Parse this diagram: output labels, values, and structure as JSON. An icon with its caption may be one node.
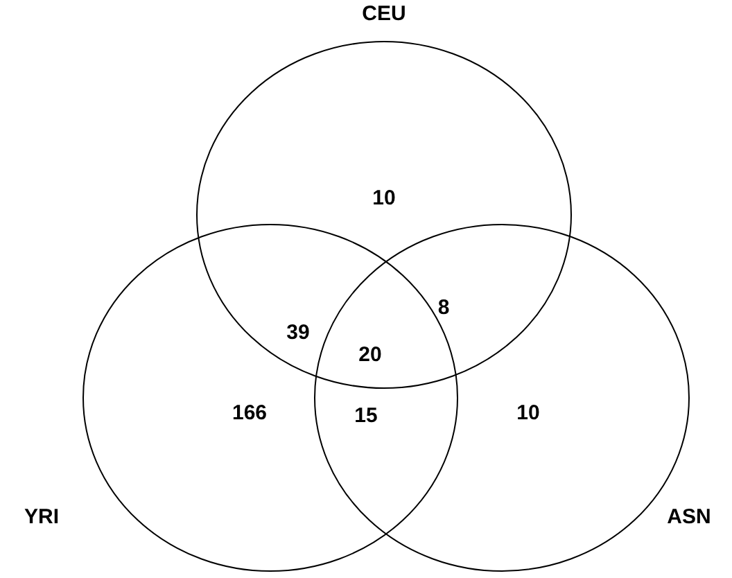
{
  "diagram": {
    "nodes": [
      {
        "text": [
          "CEU"
        ]
      },
      {
        "text": [
          "YRI"
        ]
      },
      {
        "text": [
          "ASN"
        ]
      }
    ],
    "edges": [],
    "labels": [
      "10",
      "39",
      "8",
      "20",
      "166",
      "15",
      "10"
    ]
  }
}
